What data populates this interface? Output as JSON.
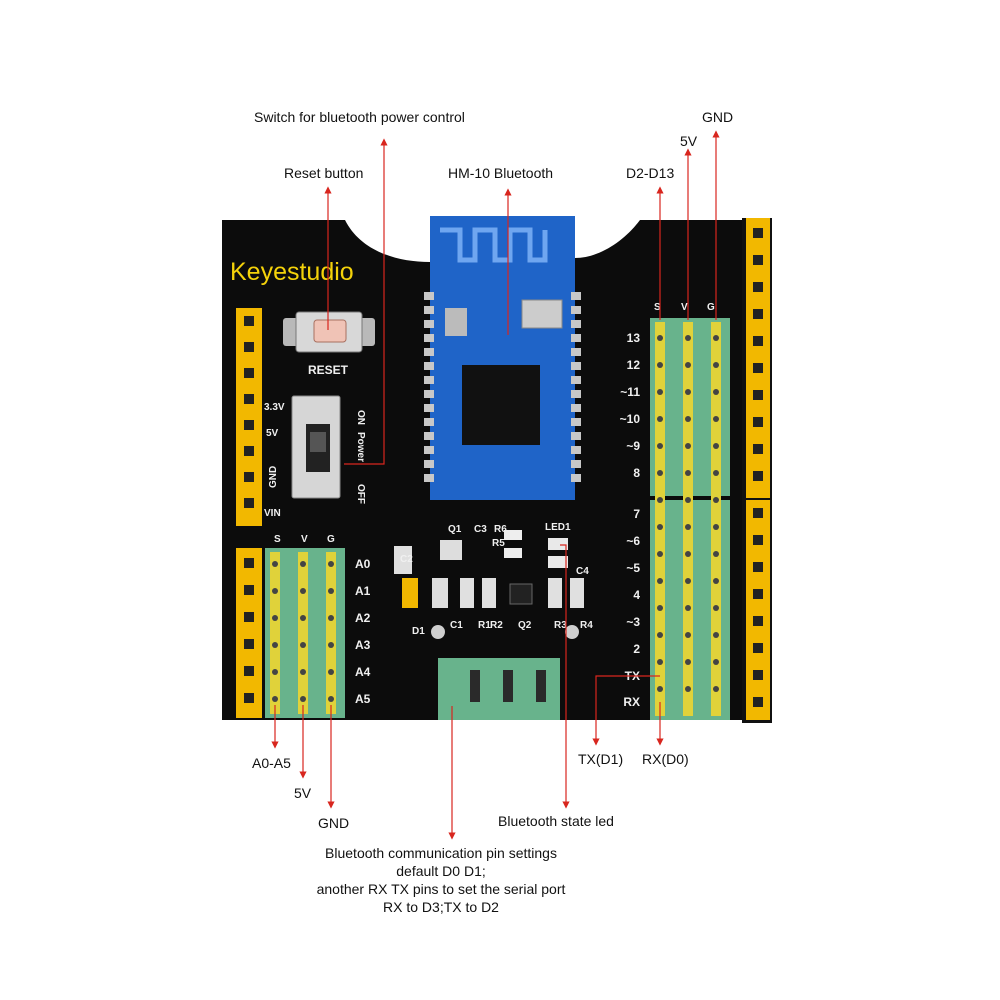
{
  "board": {
    "brand": "Keyestudio",
    "reset_label": "RESET",
    "power_left": [
      "3.3V",
      "5V",
      "GND",
      "VIN"
    ],
    "power_switch": [
      "ON",
      "Power",
      "OFF"
    ],
    "svg_header_top": [
      "S",
      "V",
      "G"
    ],
    "svg_header_bottom": [
      "S",
      "V",
      "G"
    ],
    "analog_pins": [
      "A0",
      "A1",
      "A2",
      "A3",
      "A4",
      "A5"
    ],
    "digital_high": [
      "13",
      "12",
      "~11",
      "~10",
      "~9",
      "8"
    ],
    "digital_low": [
      "7",
      "~6",
      "~5",
      "4",
      "~3",
      "2"
    ],
    "serial_pins": [
      "TX",
      "RX"
    ],
    "components": [
      "Q1",
      "C3",
      "R5",
      "R6",
      "LED1",
      "C2",
      "C4",
      "D1",
      "C1",
      "R1",
      "R2",
      "Q2",
      "R3",
      "R4"
    ]
  },
  "callouts": {
    "switch": "Switch for bluetooth power control",
    "reset": "Reset button",
    "bt_module": "HM-10 Bluetooth",
    "d2_d13": "D2-D13",
    "v5_top": "5V",
    "gnd_top": "GND",
    "a0_a5": "A0-A5",
    "v5_bottom": "5V",
    "gnd_bottom": "GND",
    "tx": "TX(D1)",
    "rx": "RX(D0)",
    "state_led": "Bluetooth state led",
    "comm_settings": [
      "Bluetooth communication pin settings",
      "default D0 D1;",
      "another RX TX pins to set the serial port",
      "RX to D3;TX to D2"
    ]
  }
}
